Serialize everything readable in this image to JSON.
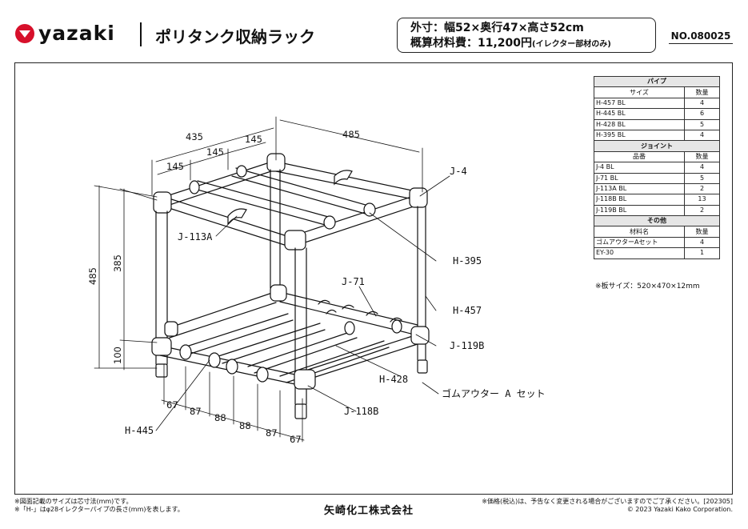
{
  "header": {
    "brand": "yazaki",
    "title": "ポリタンク収納ラック",
    "spec_size": "外寸：幅52×奥行47×高さ52cm",
    "spec_cost": "概算材料費：11,200円",
    "spec_cost_note": "(イレクター部材のみ)",
    "doc_no": "NO.080025"
  },
  "parts_table": {
    "sections": [
      {
        "title": "パイプ",
        "col_name": "サイズ",
        "col_qty": "数量",
        "rows": [
          {
            "name": "H-457 BL",
            "qty": "4"
          },
          {
            "name": "H-445 BL",
            "qty": "6"
          },
          {
            "name": "H-428 BL",
            "qty": "5"
          },
          {
            "name": "H-395 BL",
            "qty": "4"
          }
        ]
      },
      {
        "title": "ジョイント",
        "col_name": "品番",
        "col_qty": "数量",
        "rows": [
          {
            "name": "J-4 BL",
            "qty": "4"
          },
          {
            "name": "J-71 BL",
            "qty": "5"
          },
          {
            "name": "J-113A BL",
            "qty": "2"
          },
          {
            "name": "J-118B BL",
            "qty": "13"
          },
          {
            "name": "J-119B BL",
            "qty": "2"
          }
        ]
      },
      {
        "title": "その他",
        "col_name": "材料名",
        "col_qty": "数量",
        "rows": [
          {
            "name": "ゴムアウターAセット",
            "qty": "4"
          },
          {
            "name": "EY-30",
            "qty": "1"
          }
        ]
      }
    ],
    "board_note": "※板サイズ：520×470×12mm"
  },
  "drawing": {
    "dimensions": {
      "top_435": "435",
      "top_485": "485",
      "top_145a": "145",
      "top_145b": "145",
      "top_145c": "145",
      "height_485": "485",
      "height_385": "385",
      "height_100": "100",
      "bottom": [
        "67",
        "87",
        "88",
        "88",
        "87",
        "67"
      ]
    },
    "labels": {
      "j4": "J-4",
      "j113a": "J-113A",
      "h395": "H-395",
      "j71": "J-71",
      "h457": "H-457",
      "j119b": "J-119B",
      "h428": "H-428",
      "rubber": "ゴムアウター A セット",
      "h445": "H-445",
      "j118b": "J-118B"
    }
  },
  "footer": {
    "note1": "※図面記載のサイズは芯寸法(mm)です。",
    "note2": "※「H-」はφ28イレクターパイプの長さ(mm)を表します。",
    "company": "矢崎化工株式会社",
    "price_note": "※価格(税込)は、予告なく変更される場合がございますのでご了承ください。[202305]",
    "copyright": "© 2023 Yazaki Kako  Corporation."
  },
  "colors": {
    "brand_red": "#d7102b",
    "line": "#111111",
    "table_header": "#e6e6e6"
  }
}
